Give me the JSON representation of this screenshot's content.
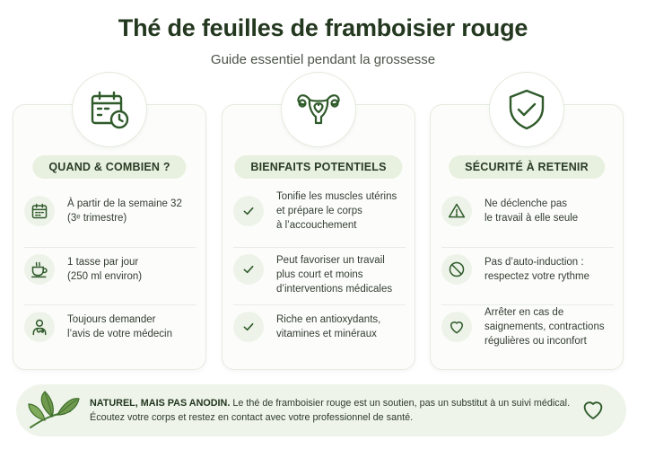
{
  "header": {
    "title": "Thé de feuilles de framboisier rouge",
    "subtitle": "Guide essentiel pendant la grossesse"
  },
  "cards": [
    {
      "icon": "calendar-clock-icon",
      "heading": "QUAND & COMBIEN ?",
      "items": [
        {
          "icon": "calendar-icon",
          "lines": [
            "À partir de la semaine 32",
            "(3ᵉ trimestre)"
          ]
        },
        {
          "icon": "teacup-icon",
          "lines": [
            "1 tasse par jour",
            "(250 ml environ)"
          ]
        },
        {
          "icon": "doctor-icon",
          "lines": [
            "Toujours demander",
            "l’avis de votre médecin"
          ]
        }
      ]
    },
    {
      "icon": "uterus-icon",
      "heading": "BIENFAITS POTENTIELS",
      "items": [
        {
          "icon": "check-icon",
          "lines": [
            "Tonifie les muscles utérins",
            "et prépare le corps",
            "à l’accouchement"
          ]
        },
        {
          "icon": "check-icon",
          "lines": [
            "Peut favoriser un travail",
            "plus court et moins",
            "d’interventions médicales"
          ]
        },
        {
          "icon": "check-icon",
          "lines": [
            "Riche en antioxydants,",
            "vitamines et minéraux"
          ]
        }
      ]
    },
    {
      "icon": "shield-check-icon",
      "heading": "SÉCURITÉ À RETENIR",
      "items": [
        {
          "icon": "warning-icon",
          "lines": [
            "Ne déclenche pas",
            "le travail à elle seule"
          ]
        },
        {
          "icon": "no-entry-icon",
          "lines": [
            "Pas d’auto-induction :",
            "respectez votre rythme"
          ]
        },
        {
          "icon": "heart-icon",
          "lines": [
            "Arrêter en cas de",
            "saignements, contractions",
            "régulières ou inconfort"
          ]
        }
      ]
    }
  ],
  "footer": {
    "bold": "NATUREL, MAIS PAS ANODIN.",
    "line1": " Le thé de framboisier rouge est un soutien, pas un substitut à un suivi médical.",
    "line2": "Écoutez votre corps et restez en contact avec votre professionnel de santé.",
    "icons": [
      "raspberry-leaf-icon",
      "heart-outline-icon"
    ]
  },
  "colors": {
    "accent_green": "#2f5a2a",
    "pill_bg": "#e8f0df",
    "footer_bg": "#eef4ea"
  }
}
